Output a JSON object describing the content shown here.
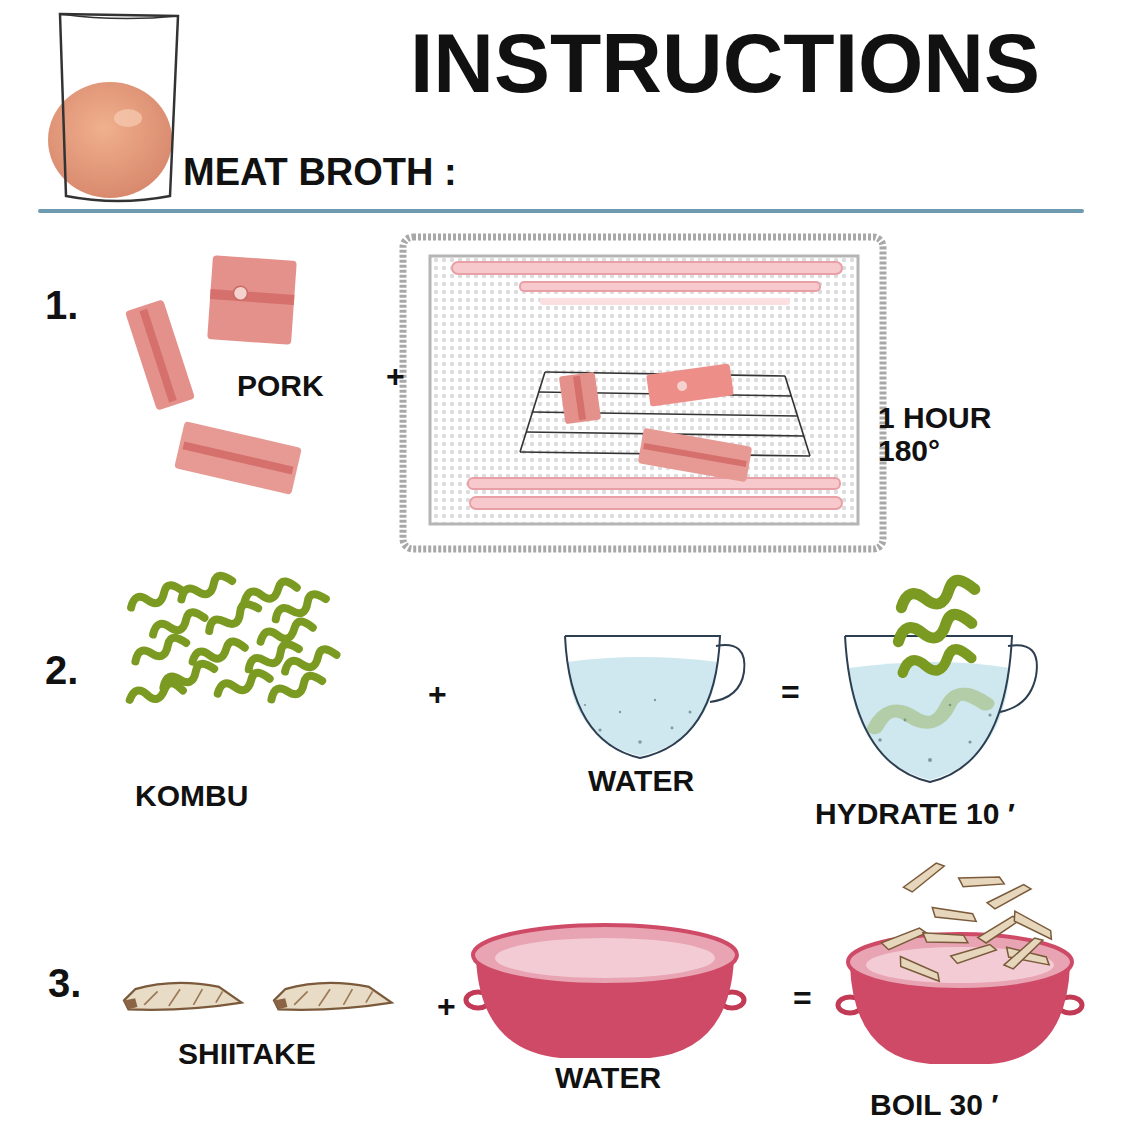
{
  "diagram": {
    "title": "INSTRUCTIONS",
    "labels": [
      "MEAT BROTH :",
      "1.",
      "PORK",
      "+",
      "1 HOUR 180°",
      "2.",
      "KOMBU",
      "+",
      "WATER",
      "=",
      "HYDRATE 10 ′",
      "3.",
      "SHIITAKE",
      "+",
      "WATER",
      "=",
      "BOIL 30 ′"
    ]
  }
}
